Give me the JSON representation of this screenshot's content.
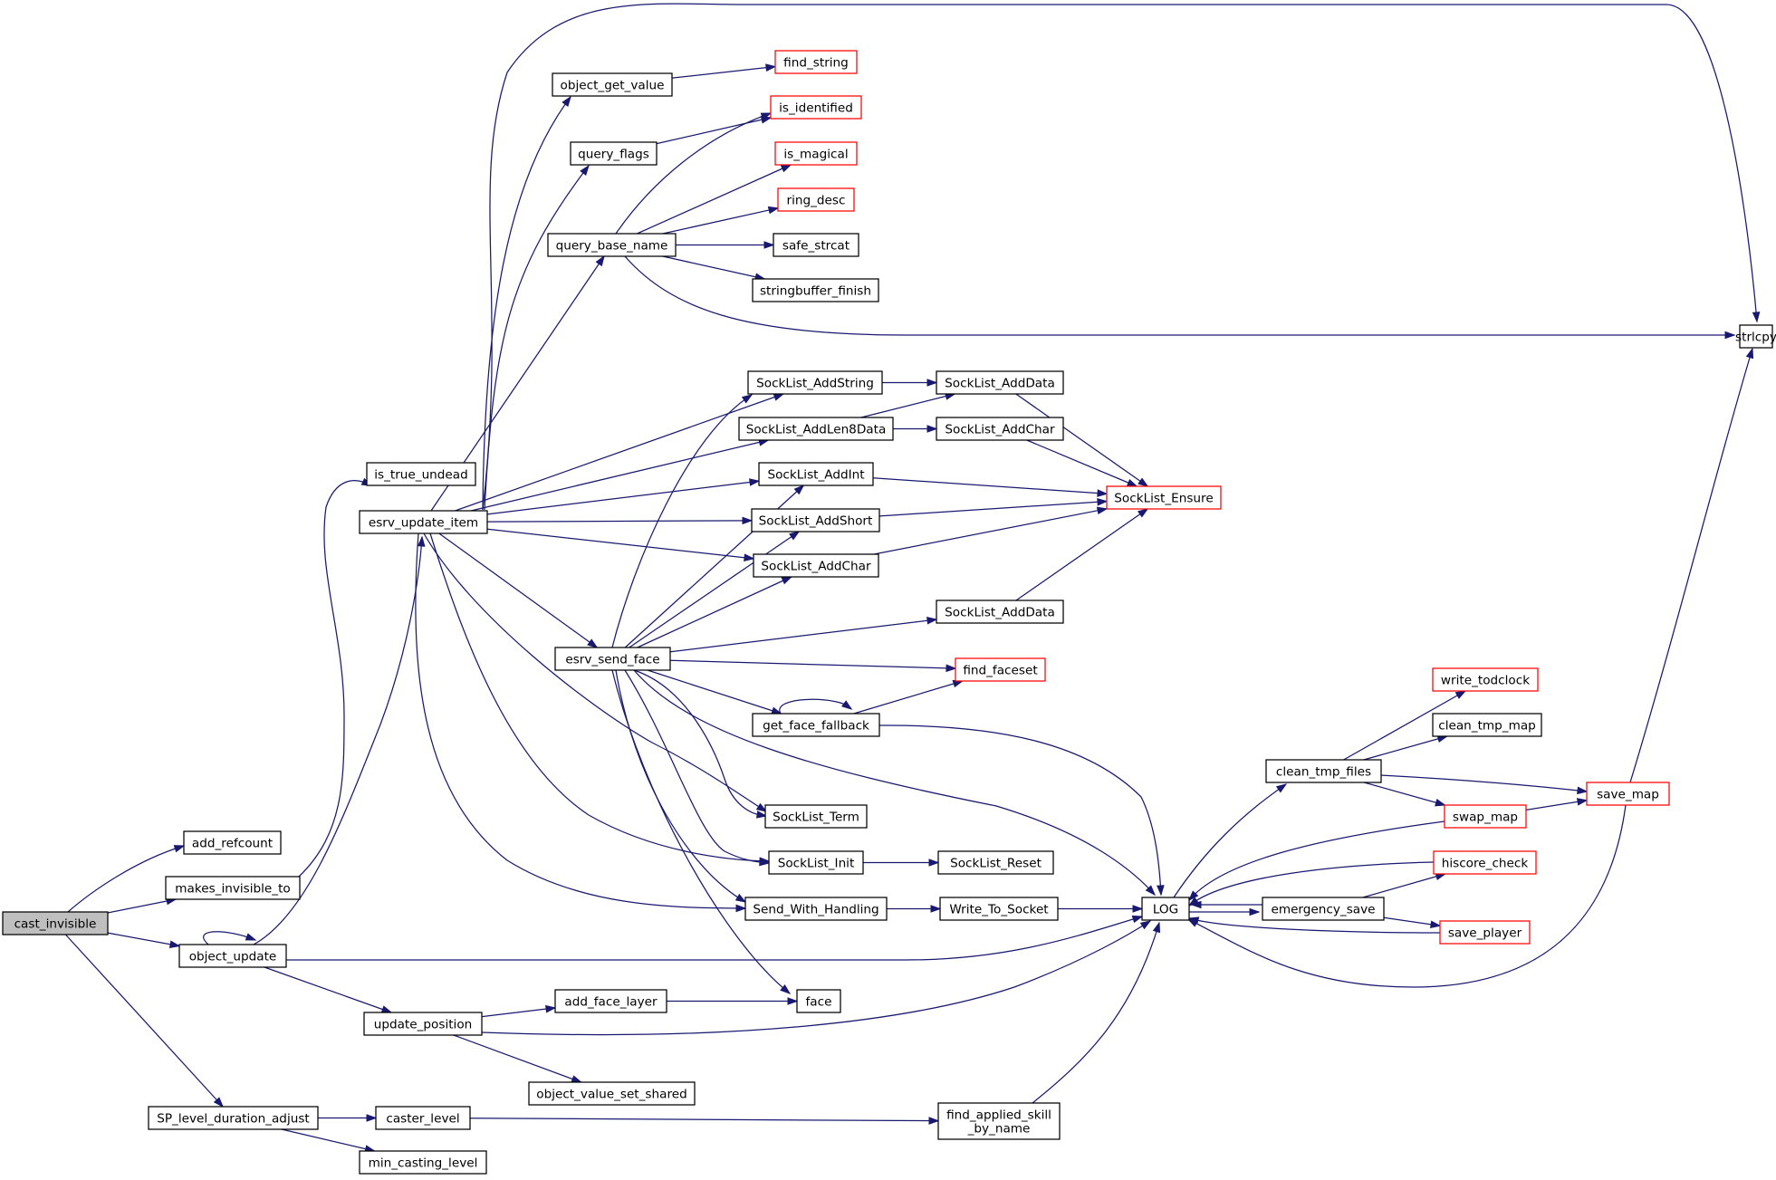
{
  "graph": {
    "title": "",
    "colors": {
      "edge": "#191970",
      "node_border": "#000000",
      "external_node_border": "#ff0000",
      "root_fill": "#bfbfbf",
      "background": "#ffffff"
    }
  },
  "nodes": [
    {
      "id": "cast_invisible",
      "label": "cast_invisible",
      "kind": "root"
    },
    {
      "id": "add_refcount",
      "label": "add_refcount",
      "kind": "normal"
    },
    {
      "id": "makes_invisible_to",
      "label": "makes_invisible_to",
      "kind": "normal"
    },
    {
      "id": "object_update",
      "label": "object_update",
      "kind": "normal"
    },
    {
      "id": "sp_level_duration_adjust",
      "label": "SP_level_duration_adjust",
      "kind": "normal"
    },
    {
      "id": "is_true_undead",
      "label": "is_true_undead",
      "kind": "normal"
    },
    {
      "id": "esrv_update_item",
      "label": "esrv_update_item",
      "kind": "normal"
    },
    {
      "id": "update_position",
      "label": "update_position",
      "kind": "normal"
    },
    {
      "id": "caster_level",
      "label": "caster_level",
      "kind": "normal"
    },
    {
      "id": "min_casting_level",
      "label": "min_casting_level",
      "kind": "normal"
    },
    {
      "id": "object_get_value",
      "label": "object_get_value",
      "kind": "normal"
    },
    {
      "id": "query_flags",
      "label": "query_flags",
      "kind": "normal"
    },
    {
      "id": "query_base_name",
      "label": "query_base_name",
      "kind": "normal"
    },
    {
      "id": "esrv_send_face",
      "label": "esrv_send_face",
      "kind": "normal"
    },
    {
      "id": "add_face_layer",
      "label": "add_face_layer",
      "kind": "normal"
    },
    {
      "id": "object_value_set_shared",
      "label": "object_value_set_shared",
      "kind": "normal"
    },
    {
      "id": "find_string",
      "label": "find_string",
      "kind": "external"
    },
    {
      "id": "is_identified",
      "label": "is_identified",
      "kind": "external"
    },
    {
      "id": "is_magical",
      "label": "is_magical",
      "kind": "external"
    },
    {
      "id": "ring_desc",
      "label": "ring_desc",
      "kind": "external"
    },
    {
      "id": "safe_strcat",
      "label": "safe_strcat",
      "kind": "normal"
    },
    {
      "id": "stringbuffer_finish",
      "label": "stringbuffer_finish",
      "kind": "normal"
    },
    {
      "id": "socklist_addstring",
      "label": "SockList_AddString",
      "kind": "normal"
    },
    {
      "id": "socklist_addlen8data",
      "label": "SockList_AddLen8Data",
      "kind": "normal"
    },
    {
      "id": "socklist_addint",
      "label": "SockList_AddInt",
      "kind": "normal"
    },
    {
      "id": "socklist_addshort",
      "label": "SockList_AddShort",
      "kind": "normal"
    },
    {
      "id": "socklist_addchar_a",
      "label": "SockList_AddChar",
      "kind": "normal"
    },
    {
      "id": "get_face_fallback",
      "label": "get_face_fallback",
      "kind": "normal"
    },
    {
      "id": "socklist_term",
      "label": "SockList_Term",
      "kind": "normal"
    },
    {
      "id": "socklist_init",
      "label": "SockList_Init",
      "kind": "normal"
    },
    {
      "id": "send_with_handling",
      "label": "Send_With_Handling",
      "kind": "normal"
    },
    {
      "id": "face",
      "label": "face",
      "kind": "normal"
    },
    {
      "id": "socklist_adddata_a",
      "label": "SockList_AddData",
      "kind": "normal"
    },
    {
      "id": "socklist_addchar_b",
      "label": "SockList_AddChar",
      "kind": "normal"
    },
    {
      "id": "socklist_adddata_b",
      "label": "SockList_AddData",
      "kind": "normal"
    },
    {
      "id": "find_faceset",
      "label": "find_faceset",
      "kind": "external"
    },
    {
      "id": "socklist_reset",
      "label": "SockList_Reset",
      "kind": "normal"
    },
    {
      "id": "write_to_socket",
      "label": "Write_To_Socket",
      "kind": "normal"
    },
    {
      "id": "find_applied_skill_by_name",
      "label": "find_applied_skill\n_by_name",
      "kind": "normal"
    },
    {
      "id": "socklist_ensure",
      "label": "SockList_Ensure",
      "kind": "external"
    },
    {
      "id": "log",
      "label": "LOG",
      "kind": "normal"
    },
    {
      "id": "clean_tmp_files",
      "label": "clean_tmp_files",
      "kind": "normal"
    },
    {
      "id": "emergency_save",
      "label": "emergency_save",
      "kind": "normal"
    },
    {
      "id": "write_todclock",
      "label": "write_todclock",
      "kind": "external"
    },
    {
      "id": "clean_tmp_map",
      "label": "clean_tmp_map",
      "kind": "normal"
    },
    {
      "id": "swap_map",
      "label": "swap_map",
      "kind": "external"
    },
    {
      "id": "hiscore_check",
      "label": "hiscore_check",
      "kind": "external"
    },
    {
      "id": "save_player",
      "label": "save_player",
      "kind": "external"
    },
    {
      "id": "save_map",
      "label": "save_map",
      "kind": "external"
    },
    {
      "id": "strlcpy",
      "label": "strlcpy",
      "kind": "normal"
    }
  ],
  "edges": [
    {
      "from": "cast_invisible",
      "to": "add_refcount"
    },
    {
      "from": "cast_invisible",
      "to": "makes_invisible_to"
    },
    {
      "from": "cast_invisible",
      "to": "object_update"
    },
    {
      "from": "cast_invisible",
      "to": "sp_level_duration_adjust"
    },
    {
      "from": "makes_invisible_to",
      "to": "is_true_undead"
    },
    {
      "from": "object_update",
      "to": "object_update"
    },
    {
      "from": "object_update",
      "to": "esrv_update_item"
    },
    {
      "from": "object_update",
      "to": "log"
    },
    {
      "from": "object_update",
      "to": "update_position"
    },
    {
      "from": "esrv_update_item",
      "to": "strlcpy"
    },
    {
      "from": "esrv_update_item",
      "to": "object_get_value"
    },
    {
      "from": "esrv_update_item",
      "to": "query_flags"
    },
    {
      "from": "esrv_update_item",
      "to": "query_base_name"
    },
    {
      "from": "esrv_update_item",
      "to": "socklist_addstring"
    },
    {
      "from": "esrv_update_item",
      "to": "socklist_addlen8data"
    },
    {
      "from": "esrv_update_item",
      "to": "socklist_addint"
    },
    {
      "from": "esrv_update_item",
      "to": "socklist_addshort"
    },
    {
      "from": "esrv_update_item",
      "to": "socklist_addchar_a"
    },
    {
      "from": "esrv_update_item",
      "to": "esrv_send_face"
    },
    {
      "from": "esrv_update_item",
      "to": "socklist_term"
    },
    {
      "from": "esrv_update_item",
      "to": "socklist_init"
    },
    {
      "from": "esrv_update_item",
      "to": "send_with_handling"
    },
    {
      "from": "object_get_value",
      "to": "find_string"
    },
    {
      "from": "query_flags",
      "to": "is_identified"
    },
    {
      "from": "query_base_name",
      "to": "is_identified"
    },
    {
      "from": "query_base_name",
      "to": "is_magical"
    },
    {
      "from": "query_base_name",
      "to": "ring_desc"
    },
    {
      "from": "query_base_name",
      "to": "safe_strcat"
    },
    {
      "from": "query_base_name",
      "to": "stringbuffer_finish"
    },
    {
      "from": "query_base_name",
      "to": "strlcpy"
    },
    {
      "from": "esrv_send_face",
      "to": "socklist_addstring"
    },
    {
      "from": "esrv_send_face",
      "to": "socklist_addint"
    },
    {
      "from": "esrv_send_face",
      "to": "socklist_addshort"
    },
    {
      "from": "esrv_send_face",
      "to": "socklist_addchar_a"
    },
    {
      "from": "esrv_send_face",
      "to": "socklist_adddata_b"
    },
    {
      "from": "esrv_send_face",
      "to": "find_faceset"
    },
    {
      "from": "esrv_send_face",
      "to": "get_face_fallback"
    },
    {
      "from": "esrv_send_face",
      "to": "socklist_term"
    },
    {
      "from": "esrv_send_face",
      "to": "socklist_init"
    },
    {
      "from": "esrv_send_face",
      "to": "send_with_handling"
    },
    {
      "from": "esrv_send_face",
      "to": "face"
    },
    {
      "from": "esrv_send_face",
      "to": "log"
    },
    {
      "from": "socklist_addstring",
      "to": "socklist_adddata_a"
    },
    {
      "from": "socklist_addlen8data",
      "to": "socklist_adddata_a"
    },
    {
      "from": "socklist_addlen8data",
      "to": "socklist_addchar_b"
    },
    {
      "from": "socklist_adddata_a",
      "to": "socklist_ensure"
    },
    {
      "from": "socklist_addchar_b",
      "to": "socklist_ensure"
    },
    {
      "from": "socklist_addint",
      "to": "socklist_ensure"
    },
    {
      "from": "socklist_addshort",
      "to": "socklist_ensure"
    },
    {
      "from": "socklist_addchar_a",
      "to": "socklist_ensure"
    },
    {
      "from": "socklist_adddata_b",
      "to": "socklist_ensure"
    },
    {
      "from": "get_face_fallback",
      "to": "get_face_fallback"
    },
    {
      "from": "get_face_fallback",
      "to": "find_faceset"
    },
    {
      "from": "get_face_fallback",
      "to": "log"
    },
    {
      "from": "socklist_init",
      "to": "socklist_reset"
    },
    {
      "from": "send_with_handling",
      "to": "write_to_socket"
    },
    {
      "from": "write_to_socket",
      "to": "log"
    },
    {
      "from": "update_position",
      "to": "add_face_layer"
    },
    {
      "from": "update_position",
      "to": "log"
    },
    {
      "from": "update_position",
      "to": "object_value_set_shared"
    },
    {
      "from": "add_face_layer",
      "to": "face"
    },
    {
      "from": "sp_level_duration_adjust",
      "to": "caster_level"
    },
    {
      "from": "sp_level_duration_adjust",
      "to": "min_casting_level"
    },
    {
      "from": "caster_level",
      "to": "find_applied_skill_by_name"
    },
    {
      "from": "find_applied_skill_by_name",
      "to": "log"
    },
    {
      "from": "log",
      "to": "clean_tmp_files"
    },
    {
      "from": "log",
      "to": "emergency_save"
    },
    {
      "from": "clean_tmp_files",
      "to": "write_todclock"
    },
    {
      "from": "clean_tmp_files",
      "to": "clean_tmp_map"
    },
    {
      "from": "clean_tmp_files",
      "to": "swap_map"
    },
    {
      "from": "clean_tmp_files",
      "to": "save_map"
    },
    {
      "from": "swap_map",
      "to": "save_map"
    },
    {
      "from": "swap_map",
      "to": "log"
    },
    {
      "from": "save_map",
      "to": "log"
    },
    {
      "from": "save_map",
      "to": "strlcpy"
    },
    {
      "from": "emergency_save",
      "to": "hiscore_check"
    },
    {
      "from": "emergency_save",
      "to": "save_player"
    },
    {
      "from": "emergency_save",
      "to": "log"
    },
    {
      "from": "hiscore_check",
      "to": "log"
    },
    {
      "from": "save_player",
      "to": "log"
    }
  ]
}
